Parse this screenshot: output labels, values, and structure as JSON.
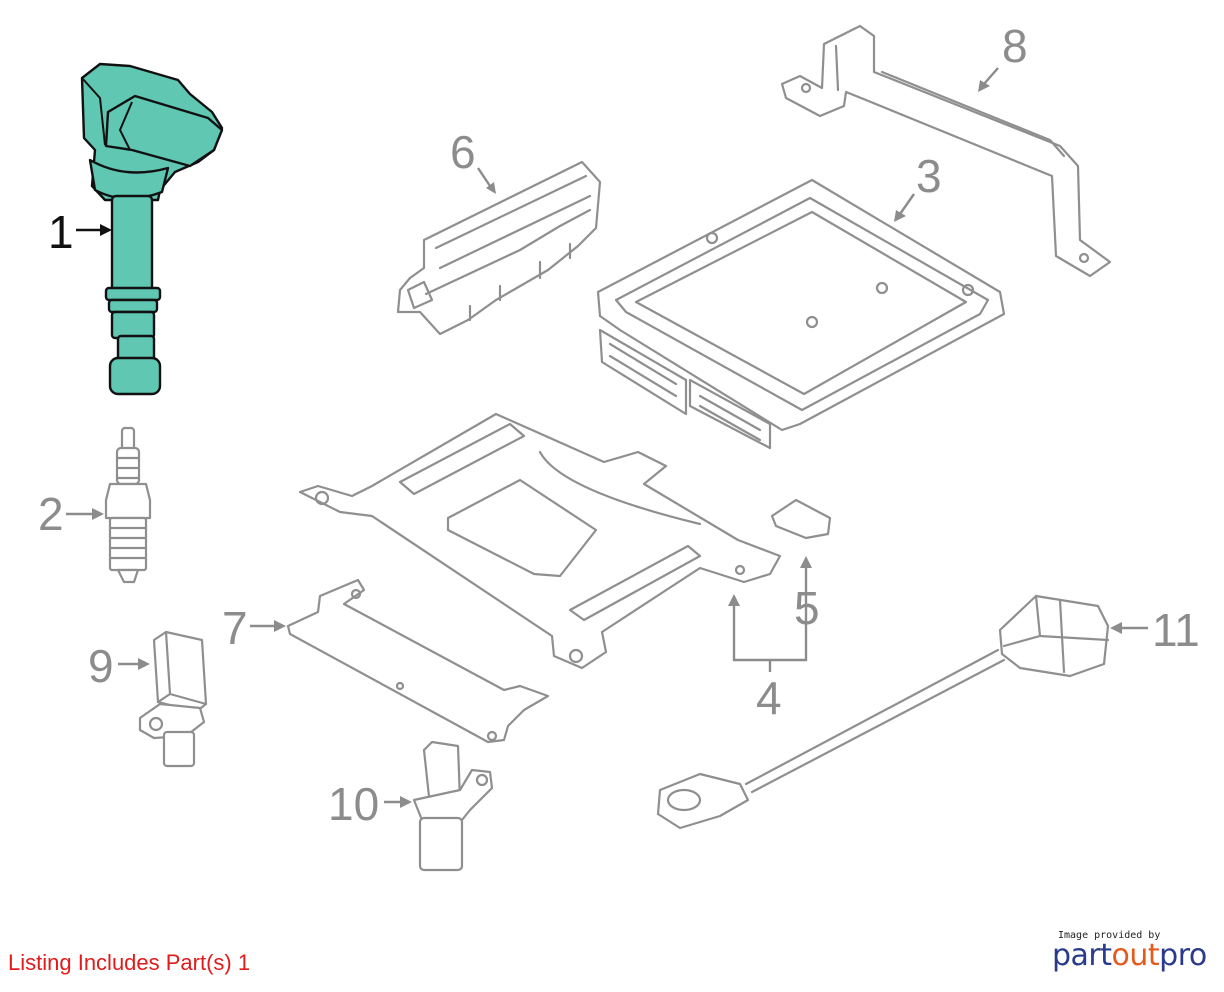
{
  "callouts": {
    "c1": "1",
    "c2": "2",
    "c3": "3",
    "c4": "4",
    "c5": "5",
    "c6": "6",
    "c7": "7",
    "c8": "8",
    "c9": "9",
    "c10": "10",
    "c11": "11"
  },
  "highlight_color": "#5fc7b2",
  "footer": {
    "listing": "Listing Includes Part(s) 1",
    "credit_small": "Image provided by",
    "brand_main": "part",
    "brand_accent": "out",
    "brand_end": "pro"
  }
}
